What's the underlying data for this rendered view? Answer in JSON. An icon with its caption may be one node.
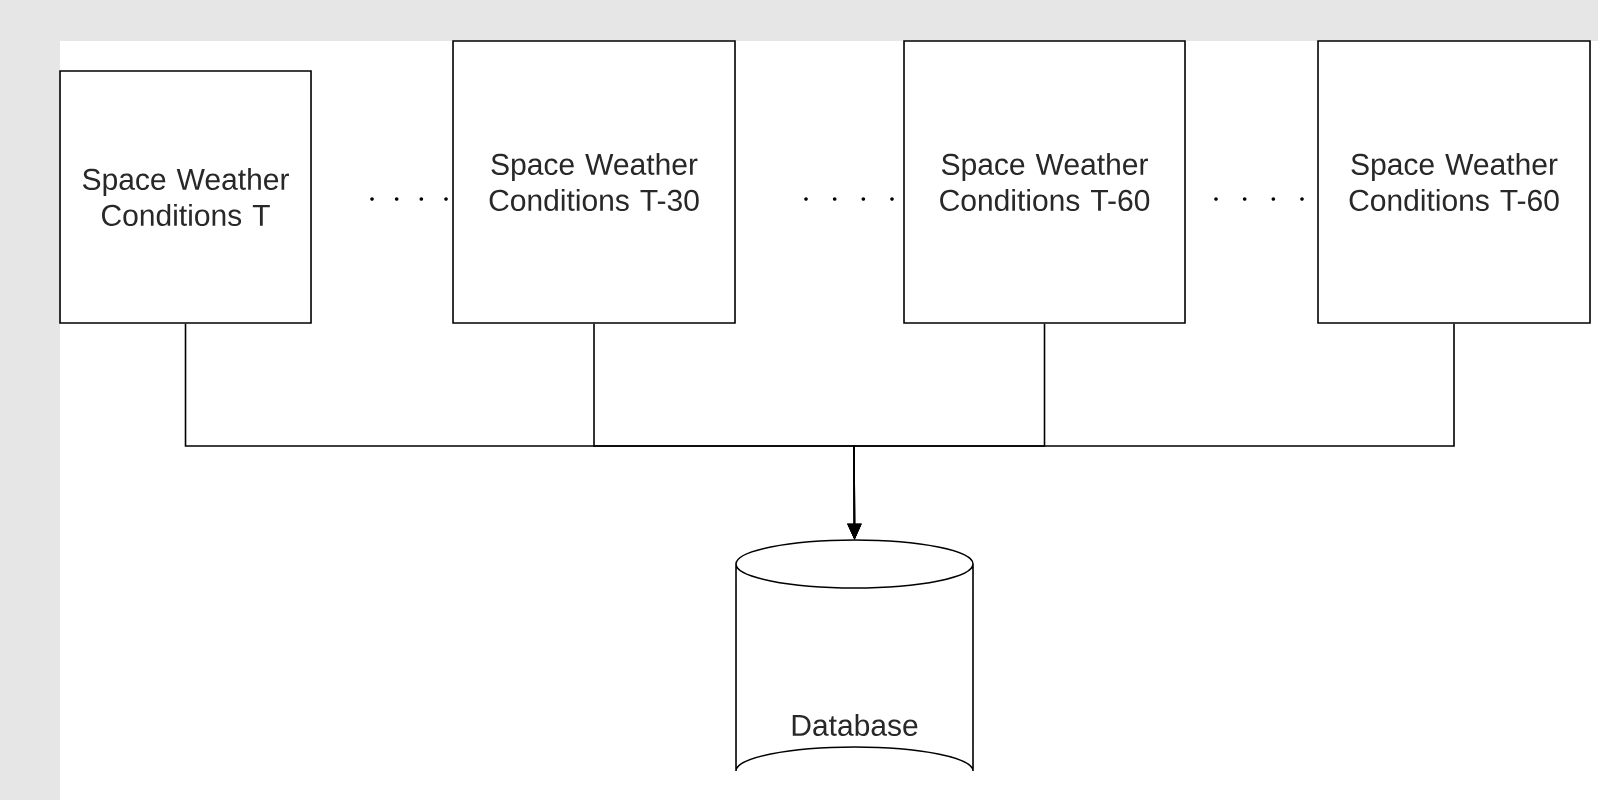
{
  "diagram": {
    "nodes": [
      {
        "text": [
          "Space Weather Conditions T"
        ]
      },
      {
        "text": [
          "Space Weather Conditions T-30"
        ]
      },
      {
        "text": [
          "Space Weather Conditions T-60"
        ]
      },
      {
        "text": [
          "Space Weather Conditions T-60"
        ]
      },
      {
        "text": [
          "Database"
        ]
      }
    ],
    "edges": [
      {
        "from": 0,
        "to": 4,
        "arrow": "to"
      },
      {
        "from": 1,
        "to": 4,
        "arrow": "to"
      },
      {
        "from": 2,
        "to": 4,
        "arrow": "to"
      },
      {
        "from": 3,
        "to": 4,
        "arrow": "to"
      }
    ]
  }
}
